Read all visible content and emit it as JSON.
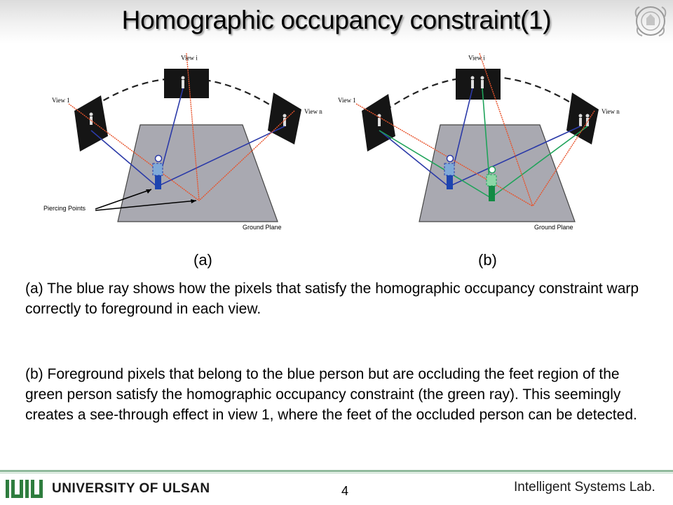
{
  "slide": {
    "title": "Homographic occupancy constraint(1)",
    "figure": {
      "panel_a_label": "(a)",
      "panel_b_label": "(b)",
      "view1_label": "View 1",
      "viewi_label": "View i",
      "viewn_label": "View n",
      "piercing_label": "Piercing Points",
      "ground_label": "Ground Plane"
    },
    "caption_a": "(a) The blue ray shows how the pixels that satisfy the homographic occupancy constraint warp correctly to foreground in each view.",
    "caption_b": "(b) Foreground pixels that belong to the blue person but are occluding the feet region of the green person satisfy the homographic occupancy constraint (the green ray). This seemingly creates a see-through effect in view 1, where the feet of the occluded person can be detected.",
    "footer": {
      "university": "UNIVERSITY OF ULSAN",
      "page_number": "4",
      "lab": "Intelligent Systems Lab."
    }
  },
  "colors": {
    "blue_ray": "#2b3aa8",
    "red_ray": "#e8522a",
    "green_ray": "#1fa35a",
    "ground_plane": "#a9a9b1",
    "footer_green": "#2e7d3e"
  }
}
